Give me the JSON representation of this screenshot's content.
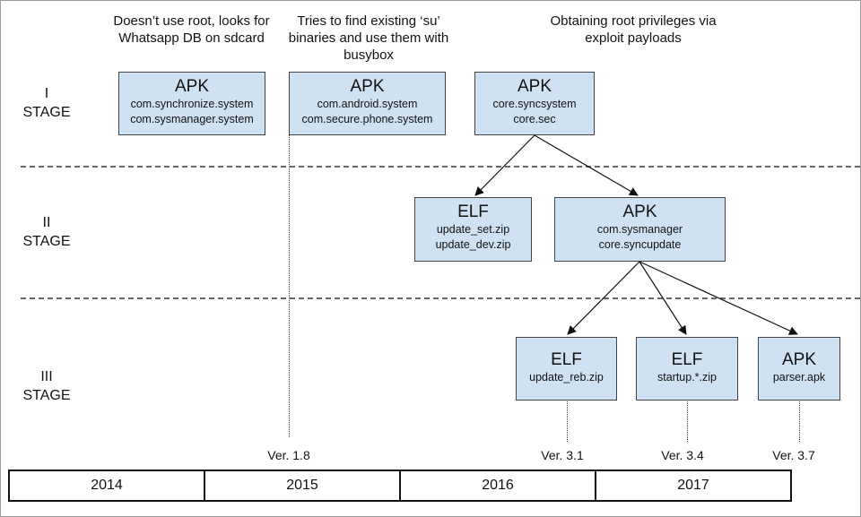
{
  "notes": [
    "Doesn’t use root, looks for\nWhatsapp DB on sdcard",
    "Tries to find existing ‘su’\nbinaries and use them with\nbusybox",
    "Obtaining root privileges via\nexploit payloads"
  ],
  "stages": [
    "I\nSTAGE",
    "II\nSTAGE",
    "III\nSTAGE"
  ],
  "boxes": {
    "apk_1": {
      "type": "APK",
      "lines": [
        "com.synchronize.system",
        "com.sysmanager.system"
      ]
    },
    "apk_2": {
      "type": "APK",
      "lines": [
        "com.android.system",
        "com.secure.phone.system"
      ]
    },
    "apk_3": {
      "type": "APK",
      "lines": [
        "core.syncsystem",
        "core.sec"
      ]
    },
    "elf_stage2": {
      "type": "ELF",
      "lines": [
        "update_set.zip",
        "update_dev.zip"
      ]
    },
    "apk_stage2": {
      "type": "APK",
      "lines": [
        "com.sysmanager",
        "core.syncupdate"
      ]
    },
    "elf_reb": {
      "type": "ELF",
      "lines": [
        "update_reb.zip"
      ]
    },
    "elf_startup": {
      "type": "ELF",
      "lines": [
        "startup.*.zip"
      ]
    },
    "apk_parser": {
      "type": "APK",
      "lines": [
        "parser.apk"
      ]
    }
  },
  "versions": [
    "Ver. 1.8",
    "Ver. 3.1",
    "Ver. 3.4",
    "Ver. 3.7"
  ],
  "years": [
    "2014",
    "2015",
    "2016",
    "2017"
  ],
  "colors": {
    "box_fill": "#cfe2f3",
    "box_border": "#444444",
    "line": "#111111"
  }
}
